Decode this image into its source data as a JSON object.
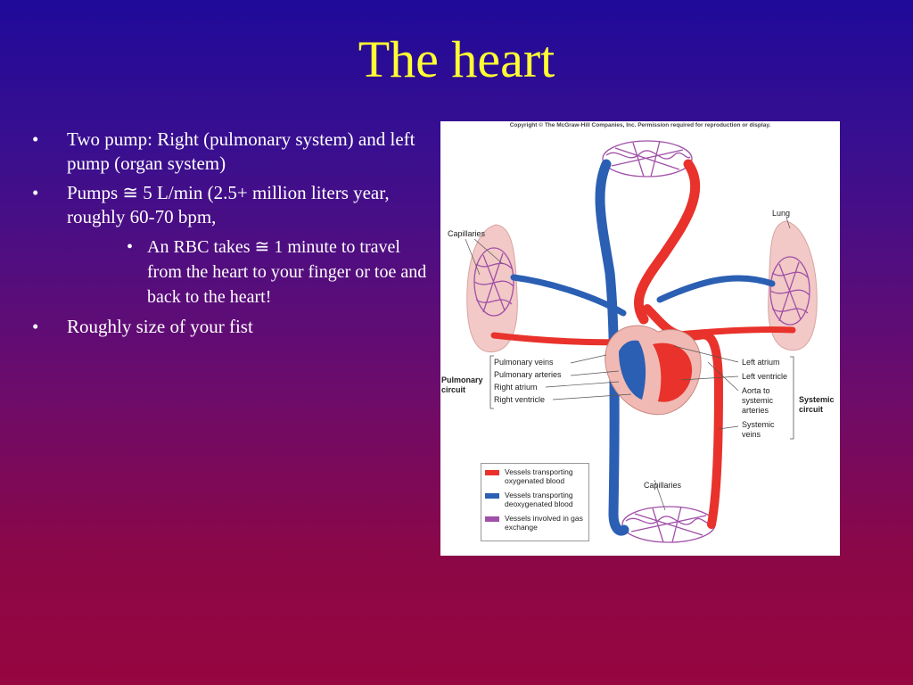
{
  "slide": {
    "title": "The heart",
    "bullets": [
      "Two pump: Right (pulmonary system) and left pump (organ system)",
      "Pumps ≅ 5 L/min (2.5+ million liters year, roughly 60-70 bpm,",
      "An RBC takes ≅ 1 minute to travel from the heart to your finger or toe and back to the heart!",
      "Roughly size of your fist"
    ]
  },
  "figure": {
    "copyright": "Copyright © The McGraw-Hill Companies, Inc. Permission required for reproduction or display.",
    "labels": {
      "capillaries_top": "Capillaries",
      "lung": "Lung",
      "pulmonary_veins": "Pulmonary veins",
      "pulmonary_arteries": "Pulmonary arteries",
      "right_atrium": "Right atrium",
      "right_ventricle": "Right ventricle",
      "pulmonary_circuit": "Pulmonary circuit",
      "left_atrium": "Left atrium",
      "left_ventricle": "Left ventricle",
      "aorta": "Aorta to systemic arteries",
      "systemic_veins": "Systemic veins",
      "systemic_circuit": "Systemic circuit",
      "capillaries_bottom": "Capillaries"
    },
    "legend": [
      {
        "text": "Vessels transporting oxygenated blood",
        "color": "#e8322b"
      },
      {
        "text": "Vessels transporting deoxygenated blood",
        "color": "#2b5fb3"
      },
      {
        "text": "Vessels involved in gas exchange",
        "color": "#a050a8"
      }
    ]
  },
  "colors": {
    "title": "#ffff33",
    "text": "#ffffff",
    "oxygenated": "#e8322b",
    "deoxygenated": "#2b5fb3",
    "exchange": "#a050a8",
    "lung": "#f2c9c6"
  }
}
